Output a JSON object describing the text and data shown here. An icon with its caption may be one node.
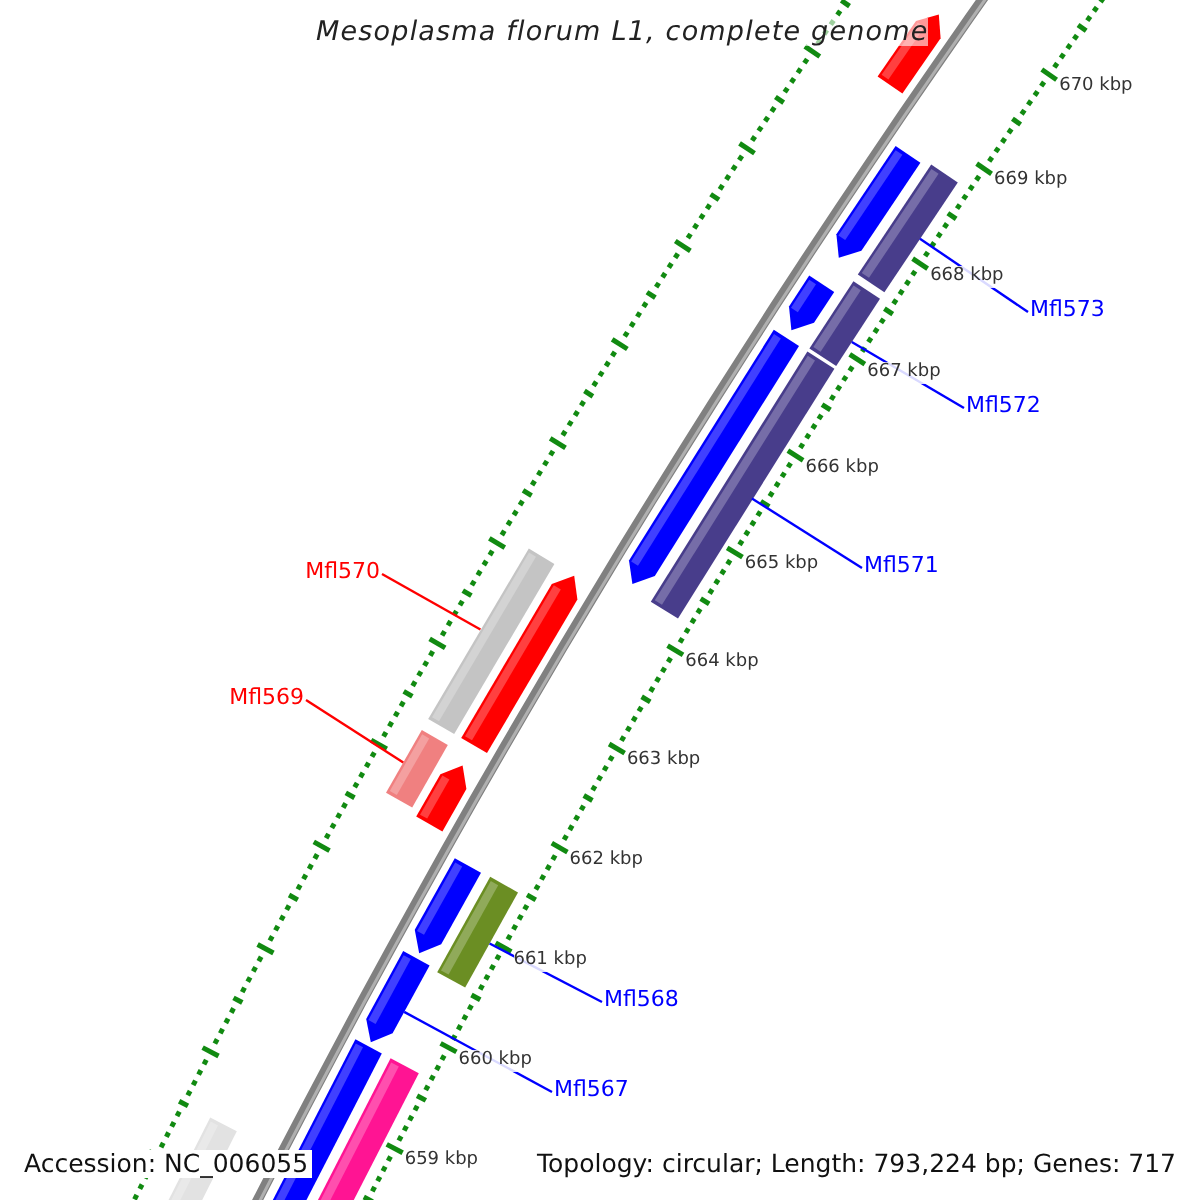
{
  "diagram": {
    "title": "Mesoplasma florum L1, complete genome",
    "nodes": [
      {
        "text": [
          "Mfl573"
        ]
      },
      {
        "text": [],
        "shape": "bar"
      },
      {
        "text": [
          "Mfl572"
        ]
      },
      {
        "text": [],
        "shape": "bar"
      },
      {
        "text": [
          "Mfl571"
        ]
      },
      {
        "text": [],
        "shape": "bar"
      },
      {
        "text": [
          "Mfl570"
        ]
      },
      {
        "text": [],
        "shape": "bar"
      },
      {
        "text": [
          "Mfl569"
        ]
      },
      {
        "text": [],
        "shape": "bar"
      },
      {
        "text": [
          "Mfl568"
        ]
      },
      {
        "text": [],
        "shape": "bar"
      },
      {
        "text": [
          "Mfl567"
        ]
      },
      {
        "text": [],
        "shape": "bar"
      }
    ],
    "edges": [
      {
        "from": 0,
        "to": 1,
        "arrow": "none"
      },
      {
        "from": 2,
        "to": 3,
        "arrow": "none"
      },
      {
        "from": 4,
        "to": 5,
        "arrow": "none"
      },
      {
        "from": 6,
        "to": 7,
        "arrow": "none",
        "color": "#ff0000"
      },
      {
        "from": 8,
        "to": 9,
        "arrow": "none",
        "color": "#ff0000"
      },
      {
        "from": 10,
        "to": 11,
        "arrow": "none"
      },
      {
        "from": 12,
        "to": 13,
        "arrow": "none"
      }
    ],
    "labels": [
      "670 kbp",
      "669 kbp",
      "668 kbp",
      "667 kbp",
      "666 kbp",
      "665 kbp",
      "664 kbp",
      "663 kbp",
      "662 kbp",
      "661 kbp",
      "660 kbp",
      "659 kbp",
      "Accession: NC_006055",
      "Topology: circular; Length: 793,224 bp; Genes: 717"
    ]
  }
}
